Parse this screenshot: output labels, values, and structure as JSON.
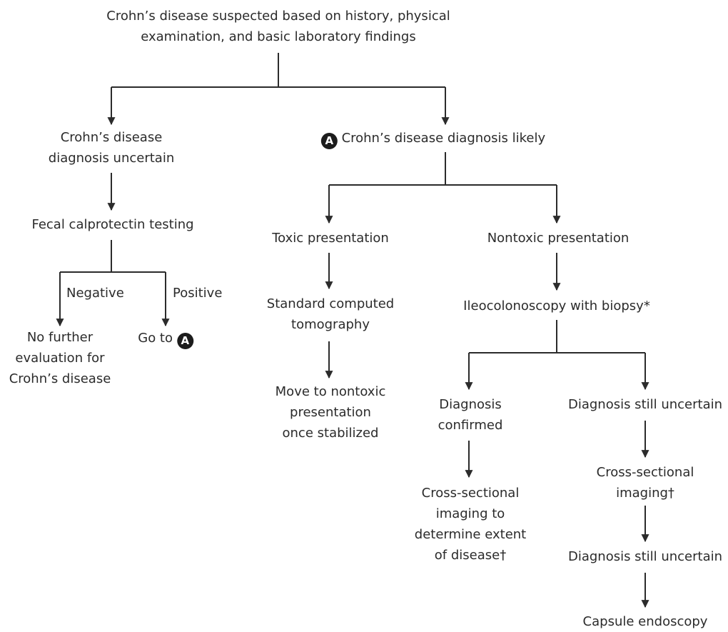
{
  "diagram": {
    "root": {
      "line1": "Crohn’s disease suspected based on history, physical",
      "line2": "examination, and basic laboratory findings"
    },
    "uncertain": {
      "line1": "Crohn’s disease",
      "line2": "diagnosis uncertain"
    },
    "likely": {
      "badge": "A",
      "text": "Crohn’s disease diagnosis likely"
    },
    "fecal": "Fecal calprotectin testing",
    "negative_label": "Negative",
    "positive_label": "Positive",
    "no_further": {
      "line1": "No further",
      "line2": "evaluation for",
      "line3": "Crohn’s disease"
    },
    "goto": {
      "text": "Go to",
      "badge": "A"
    },
    "toxic": "Toxic presentation",
    "nontoxic": "Nontoxic presentation",
    "ct": {
      "line1": "Standard computed",
      "line2": "tomography"
    },
    "move": {
      "line1": "Move to nontoxic",
      "line2": "presentation",
      "line3": "once stabilized"
    },
    "ileo": "Ileocolonoscopy with biopsy*",
    "confirmed": {
      "line1": "Diagnosis",
      "line2": "confirmed"
    },
    "still_uncertain_1": "Diagnosis still uncertain",
    "cross_extent": {
      "line1": "Cross-sectional",
      "line2": "imaging to",
      "line3": "determine extent",
      "line4": "of disease†"
    },
    "cross_imaging": {
      "line1": "Cross-sectional",
      "line2": "imaging†"
    },
    "still_uncertain_2": "Diagnosis still uncertain",
    "capsule": "Capsule endoscopy"
  }
}
